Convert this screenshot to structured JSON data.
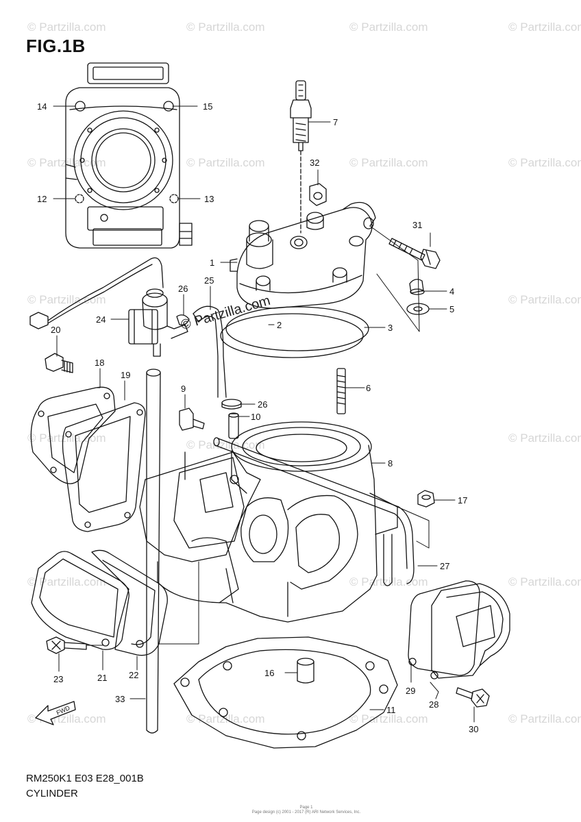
{
  "figure_title": "FIG.1B",
  "diagram_code": "RM250K1 E03 E28_001B",
  "caption": "CYLINDER",
  "footer_lines": [
    "Page 1",
    "Page design (c) 2001 - 2017 (R) ARI Network Services, Inc."
  ],
  "watermark": "© Partzilla.com",
  "center_watermark": "© Partzilla.com",
  "fwd_label": "FWD",
  "callouts": [
    {
      "id": "c1",
      "label": "1"
    },
    {
      "id": "c2",
      "label": "2"
    },
    {
      "id": "c3",
      "label": "3"
    },
    {
      "id": "c4",
      "label": "4"
    },
    {
      "id": "c5",
      "label": "5"
    },
    {
      "id": "c6",
      "label": "6"
    },
    {
      "id": "c7",
      "label": "7"
    },
    {
      "id": "c8",
      "label": "8"
    },
    {
      "id": "c9",
      "label": "9"
    },
    {
      "id": "c10",
      "label": "10"
    },
    {
      "id": "c11",
      "label": "11"
    },
    {
      "id": "c12",
      "label": "12"
    },
    {
      "id": "c13",
      "label": "13"
    },
    {
      "id": "c14",
      "label": "14"
    },
    {
      "id": "c15",
      "label": "15"
    },
    {
      "id": "c16",
      "label": "16"
    },
    {
      "id": "c17",
      "label": "17"
    },
    {
      "id": "c18",
      "label": "18"
    },
    {
      "id": "c19",
      "label": "19"
    },
    {
      "id": "c20",
      "label": "20"
    },
    {
      "id": "c21",
      "label": "21"
    },
    {
      "id": "c22",
      "label": "22"
    },
    {
      "id": "c23",
      "label": "23"
    },
    {
      "id": "c24",
      "label": "24"
    },
    {
      "id": "c25",
      "label": "25"
    },
    {
      "id": "c26a",
      "label": "26"
    },
    {
      "id": "c26b",
      "label": "26"
    },
    {
      "id": "c27",
      "label": "27"
    },
    {
      "id": "c28",
      "label": "28"
    },
    {
      "id": "c29",
      "label": "29"
    },
    {
      "id": "c30",
      "label": "30"
    },
    {
      "id": "c31",
      "label": "31"
    },
    {
      "id": "c32",
      "label": "32"
    },
    {
      "id": "c33",
      "label": "33"
    }
  ]
}
